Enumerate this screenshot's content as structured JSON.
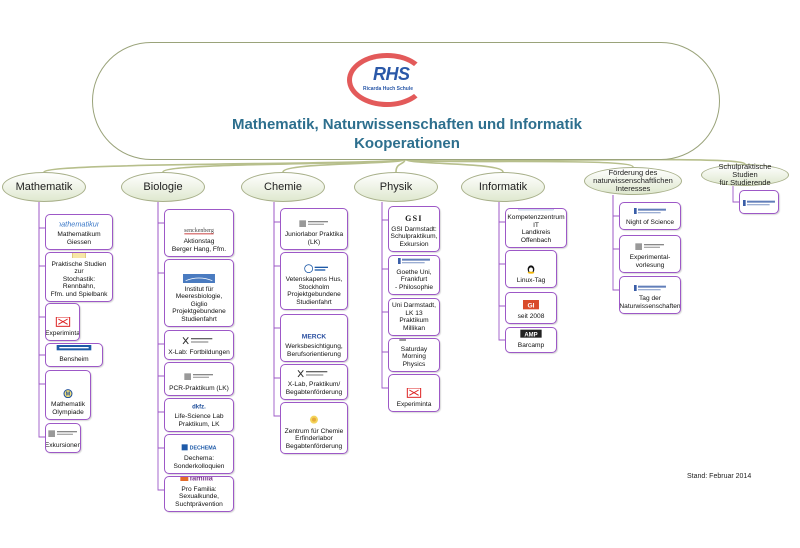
{
  "root": {
    "logo_text": "RHS",
    "logo_subtitle": "Ricarda Huch Schule",
    "title_line1": "Mathematik, Naturwissenschaften und Informatik",
    "title_line2": "Kooperationen"
  },
  "categories": [
    {
      "label": "Mathematik",
      "items": [
        {
          "icon": "mathematikum-logo",
          "icon_text": "mathematikum",
          "label": "Mathematikum\nGiessen"
        },
        {
          "icon": "book-cover-icon",
          "label": "Praktische Studien zur\nStochastik: Rennbahn,\nFfm. und Spielbank"
        },
        {
          "icon": "experiminta-logo",
          "label": "Experiminta"
        },
        {
          "icon": "bensheim-logo",
          "label": "Bensheim"
        },
        {
          "icon": "olympiad-logo",
          "label": "Mathematik\nOlympiade"
        },
        {
          "icon": "tu-darmstadt-logo",
          "label": "Exkursionen"
        }
      ]
    },
    {
      "label": "Biologie",
      "items": [
        {
          "icon": "senckenberg-logo",
          "icon_text": "senckenberg",
          "label": "Aktionstag\nBerger Hang, Ffm."
        },
        {
          "icon": "ifm-logo",
          "label": "Institut für\nMeeresbiologie,  Giglio\nProjektgebundene\nStudienfahrt"
        },
        {
          "icon": "xlab-logo",
          "label": "X-Lab: Fortbildungen"
        },
        {
          "icon": "tu-darmstadt-logo",
          "label": "PCR-Praktikum (LK)"
        },
        {
          "icon": "dkfz-logo",
          "label": "Life-Science Lab\nPraktikum, LK"
        },
        {
          "icon": "dechema-logo",
          "icon_text": "DECHEMA",
          "label": "Dechema:\nSonderkolloquien"
        },
        {
          "icon": "pro-familia-logo",
          "icon_text": "familia",
          "label": "Pro Familia:\nSexualkunde,\nSuchtprävention"
        }
      ]
    },
    {
      "label": "Chemie",
      "items": [
        {
          "icon": "tu-darmstadt-logo",
          "label": "Juniorlabor Praktika\n(LK)"
        },
        {
          "icon": "stockholm-university-logo",
          "label": "Vetenskapens Hus,\nStockholm\nProjektgebundene\nStudienfahrt"
        },
        {
          "icon": "merck-logo",
          "icon_text": "MERCK",
          "label": "Werksbesichtigung,\nBerufsorientierung"
        },
        {
          "icon": "xlab-logo",
          "label": "X-Lab, Praktikum/\nBegabtenförderung"
        },
        {
          "icon": "chemistry-center-logo",
          "label": "Zentrum für Chemie\nErfinderlabor\nBegabtenförderung"
        }
      ]
    },
    {
      "label": "Physik",
      "items": [
        {
          "icon": "gsi-logo",
          "icon_text": "GSI",
          "label": "GSI Darmstadt:\nSchulpraktikum,\nExkursion"
        },
        {
          "icon": "goethe-university-logo",
          "label": "Goethe Uni, Frankfurt\n- Philosophie"
        },
        {
          "icon": "tu-darmstadt-logo",
          "label": "Uni Darmstadt, LK 13\nPraktikum Millikan"
        },
        {
          "icon": "tu-darmstadt-logo",
          "label": "Saturday Morning\nPhysics"
        },
        {
          "icon": "experiminta-logo",
          "label": "Experiminta"
        }
      ]
    },
    {
      "label": "Informatik",
      "items": [
        {
          "icon": "kompetenzzentrum-logo",
          "label": "Kompetenzzentrum IT\nLandkreis Offenbach"
        },
        {
          "icon": "linux-penguin-icon",
          "label": "Linux-Tag"
        },
        {
          "icon": "gi-logo",
          "icon_text": "GI",
          "label": "seit 2008"
        },
        {
          "icon": "amp-logo",
          "icon_text": "AMP",
          "label": "Barcamp"
        }
      ]
    },
    {
      "label": "Förderung des\nnaturwissenschaftlichen\nInteresses",
      "items": [
        {
          "icon": "goethe-university-logo",
          "label": "Night of Science"
        },
        {
          "icon": "tu-darmstadt-logo",
          "label": "Experimental-\nvorlesung"
        },
        {
          "icon": "goethe-university-logo",
          "label": "Tag der\nNaturwissenschaften"
        }
      ]
    },
    {
      "label": "Schulpraktische Studien\nfür Studierende",
      "items": [
        {
          "icon": "goethe-university-logo",
          "label": ""
        }
      ]
    }
  ],
  "footer": {
    "stand": "Stand: Februar 2014"
  },
  "colors": {
    "title": "#2d6f8e",
    "leaf_border": "#9d58c7",
    "branch": "#b7bf8c",
    "logo_red": "#e35a5a",
    "logo_blue": "#2a58a8"
  }
}
